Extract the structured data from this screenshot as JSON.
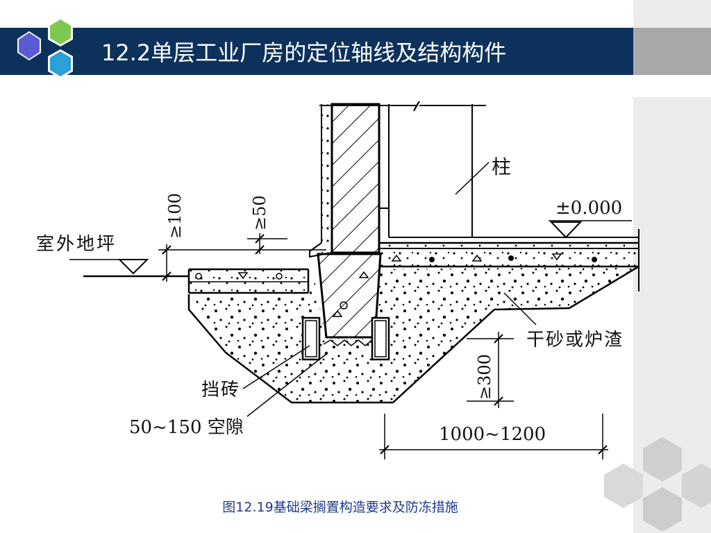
{
  "slide": {
    "title": "12.2单层工业厂房的定位轴线及结构构件",
    "caption": "图12.19基础梁搁置构造要求及防冻措施"
  },
  "diagram": {
    "labels": {
      "column": "柱",
      "elevation": "±0.000",
      "outdoor_ground": "室外地坪",
      "dry_sand": "干砂或炉渣",
      "retaining_brick": "挡砖",
      "gap": "50~150 空隙"
    },
    "dimensions": {
      "dim_100": "≥100",
      "dim_50": "≥50",
      "dim_300": "≥300",
      "dim_width": "1000~1200"
    }
  },
  "colors": {
    "title_bar": "#0c325c",
    "hex_purple": "#5b5bd6",
    "hex_green": "#7ec850",
    "hex_blue": "#2a9fd8",
    "caption_text": "#1e3a8a"
  }
}
